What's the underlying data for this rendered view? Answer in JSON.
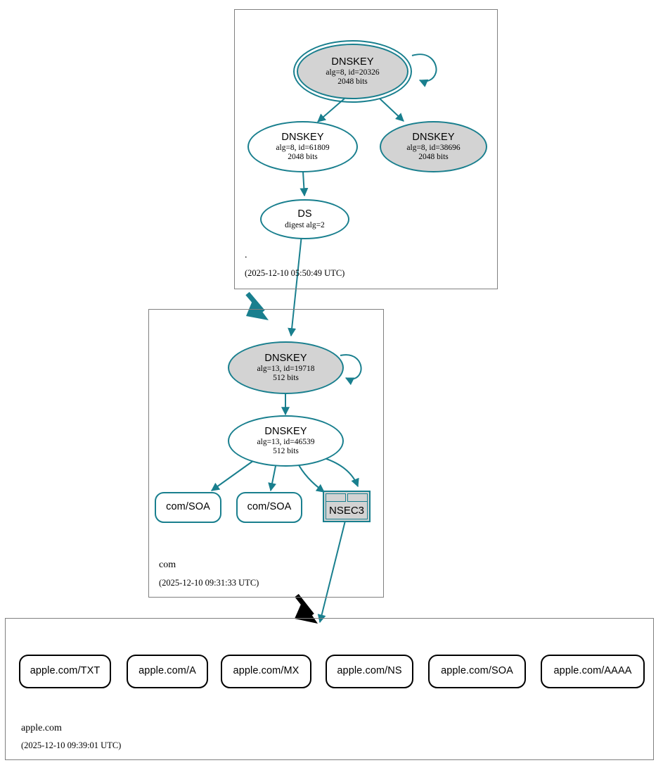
{
  "diagram": {
    "kind": "dnssec-authentication-chain",
    "colors": {
      "secure": "#197f8e",
      "insecure": "#000000",
      "node_fill_gray": "#d3d3d3",
      "node_fill_white": "#ffffff",
      "zone_border": "#808080",
      "background": "#ffffff"
    }
  },
  "zones": [
    {
      "id": "root",
      "name": ".",
      "timestamp": "(2025-12-10 05:50:49 UTC)",
      "nodes": [
        {
          "id": "root-ksk",
          "shape": "double-ellipse",
          "fill": "gray",
          "status": "secure",
          "title": "DNSKEY",
          "sub1": "alg=8, id=20326",
          "sub2": "2048 bits",
          "self_signed": true
        },
        {
          "id": "root-zsk-61809",
          "shape": "ellipse",
          "fill": "white",
          "status": "secure",
          "title": "DNSKEY",
          "sub1": "alg=8, id=61809",
          "sub2": "2048 bits",
          "self_signed": false
        },
        {
          "id": "root-zsk-38696",
          "shape": "ellipse",
          "fill": "gray",
          "status": "secure",
          "title": "DNSKEY",
          "sub1": "alg=8, id=38696",
          "sub2": "2048 bits",
          "self_signed": false
        },
        {
          "id": "root-ds",
          "shape": "ellipse",
          "fill": "white",
          "status": "secure",
          "title": "DS",
          "sub1": "digest alg=2",
          "sub2": "",
          "self_signed": false
        }
      ]
    },
    {
      "id": "com",
      "name": "com",
      "timestamp": "(2025-12-10 09:31:33 UTC)",
      "nodes": [
        {
          "id": "com-ksk-19718",
          "shape": "ellipse",
          "fill": "gray",
          "status": "secure",
          "title": "DNSKEY",
          "sub1": "alg=13, id=19718",
          "sub2": "512 bits",
          "self_signed": true
        },
        {
          "id": "com-zsk-46539",
          "shape": "ellipse",
          "fill": "white",
          "status": "secure",
          "title": "DNSKEY",
          "sub1": "alg=13, id=46539",
          "sub2": "512 bits",
          "self_signed": false
        },
        {
          "id": "com-soa-1",
          "shape": "rounded-rect",
          "fill": "white",
          "status": "secure",
          "title": "com/SOA",
          "sub1": "",
          "sub2": ""
        },
        {
          "id": "com-soa-2",
          "shape": "rounded-rect",
          "fill": "white",
          "status": "secure",
          "title": "com/SOA",
          "sub1": "",
          "sub2": ""
        },
        {
          "id": "com-nsec3",
          "shape": "table",
          "fill": "gray",
          "status": "secure",
          "title": "NSEC3",
          "sub1": "",
          "sub2": ""
        }
      ]
    },
    {
      "id": "apple.com",
      "name": "apple.com",
      "timestamp": "(2025-12-10 09:39:01 UTC)",
      "nodes": [
        {
          "id": "apple-txt",
          "shape": "rounded-rect",
          "fill": "white",
          "status": "insecure",
          "title": "apple.com/TXT"
        },
        {
          "id": "apple-a",
          "shape": "rounded-rect",
          "fill": "white",
          "status": "insecure",
          "title": "apple.com/A"
        },
        {
          "id": "apple-mx",
          "shape": "rounded-rect",
          "fill": "white",
          "status": "insecure",
          "title": "apple.com/MX"
        },
        {
          "id": "apple-ns",
          "shape": "rounded-rect",
          "fill": "white",
          "status": "insecure",
          "title": "apple.com/NS"
        },
        {
          "id": "apple-soa",
          "shape": "rounded-rect",
          "fill": "white",
          "status": "insecure",
          "title": "apple.com/SOA"
        },
        {
          "id": "apple-aaaa",
          "shape": "rounded-rect",
          "fill": "white",
          "status": "insecure",
          "title": "apple.com/AAAA"
        }
      ]
    }
  ],
  "edges": [
    {
      "from": "root-ksk",
      "to": "root-ksk",
      "kind": "self-sign",
      "color": "#197f8e"
    },
    {
      "from": "root-ksk",
      "to": "root-zsk-61809",
      "kind": "signs",
      "color": "#197f8e"
    },
    {
      "from": "root-ksk",
      "to": "root-zsk-38696",
      "kind": "signs",
      "color": "#197f8e"
    },
    {
      "from": "root-zsk-61809",
      "to": "root-ds",
      "kind": "signs",
      "color": "#197f8e"
    },
    {
      "from": "root-ds",
      "to": "com-ksk-19718",
      "kind": "ds-to-dnskey",
      "color": "#197f8e"
    },
    {
      "from": "root",
      "to": "com",
      "kind": "delegation-secure",
      "color": "#197f8e"
    },
    {
      "from": "com-ksk-19718",
      "to": "com-ksk-19718",
      "kind": "self-sign",
      "color": "#197f8e"
    },
    {
      "from": "com-ksk-19718",
      "to": "com-zsk-46539",
      "kind": "signs",
      "color": "#197f8e"
    },
    {
      "from": "com-zsk-46539",
      "to": "com-soa-1",
      "kind": "signs",
      "color": "#197f8e"
    },
    {
      "from": "com-zsk-46539",
      "to": "com-soa-2",
      "kind": "signs",
      "color": "#197f8e"
    },
    {
      "from": "com-zsk-46539",
      "to": "com-nsec3",
      "kind": "signs",
      "color": "#197f8e"
    },
    {
      "from": "com-zsk-46539",
      "to": "com-nsec3",
      "kind": "signs",
      "color": "#197f8e"
    },
    {
      "from": "com-nsec3",
      "to": "apple.com",
      "kind": "proves-insecure",
      "color": "#197f8e"
    },
    {
      "from": "com",
      "to": "apple.com",
      "kind": "delegation-insecure",
      "color": "#000000"
    }
  ]
}
